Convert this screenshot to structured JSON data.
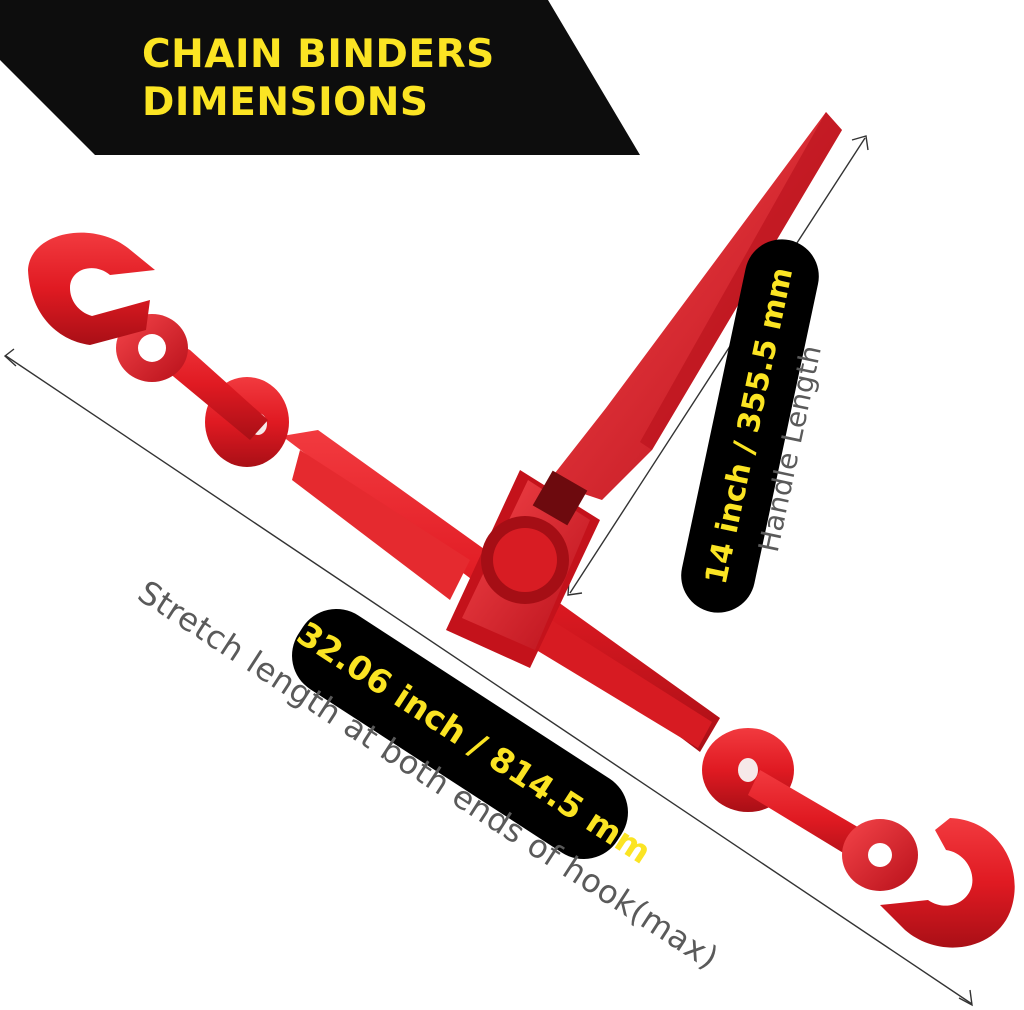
{
  "banner": {
    "title_line_1": "CHAIN BINDERS",
    "title_line_2": "DIMENSIONS",
    "background_color": "#0d0d0d",
    "text_color": "#fbe423"
  },
  "handle_dimension": {
    "value_label": "14 inch / 355.5 mm",
    "caption": "Handle Length"
  },
  "stretch_dimension": {
    "value_label": "32.06 inch / 814.5 mm",
    "caption": "Stretch length at both ends of hook(max)"
  },
  "product": {
    "name": "chain binder",
    "color": "#e01a22"
  }
}
